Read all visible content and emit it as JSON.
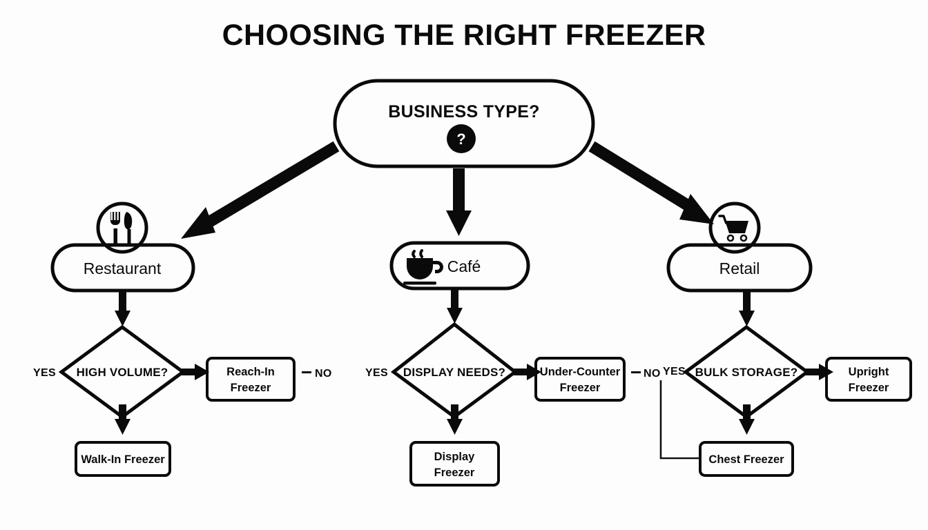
{
  "title": "CHOOSING THE RIGHT FREEZER",
  "theme": {
    "background": "#fdfdfe",
    "ink": "#0a0a0a",
    "shape_fill": "#ffffff"
  },
  "root": {
    "label": "BUSINESS TYPE?",
    "badge_icon": "question-mark-icon",
    "badge_glyph": "?"
  },
  "branches": [
    {
      "id": "restaurant",
      "label": "Restaurant",
      "icon": "fork-knife-icon",
      "icon_position": "top-badge",
      "decision": {
        "label": "HIGH VOLUME?",
        "yes_label": "YES",
        "no_label": "NO",
        "yes_outcome": "Walk-In Freezer",
        "no_outcome_line1": "Reach-In",
        "no_outcome_line2": "Freezer"
      }
    },
    {
      "id": "cafe",
      "label": "Café",
      "icon": "coffee-cup-icon",
      "icon_position": "inline",
      "decision": {
        "label": "DISPLAY NEEDS?",
        "yes_label": "YES",
        "no_label": "NO",
        "yes_outcome_line1": "Display",
        "yes_outcome_line2": "Freezer",
        "no_outcome_line1": "Under-Counter",
        "no_outcome_line2": "Freezer"
      }
    },
    {
      "id": "retail",
      "label": "Retail",
      "icon": "shopping-cart-icon",
      "icon_position": "top-badge",
      "decision": {
        "label": "BULK STORAGE?",
        "yes_label": "YES",
        "no_label": "NO",
        "yes_outcome": "Chest Freezer",
        "down_outcome": "Chest Freezer",
        "right_outcome_line1": "Upright",
        "right_outcome_line2": "Freezer"
      }
    }
  ]
}
